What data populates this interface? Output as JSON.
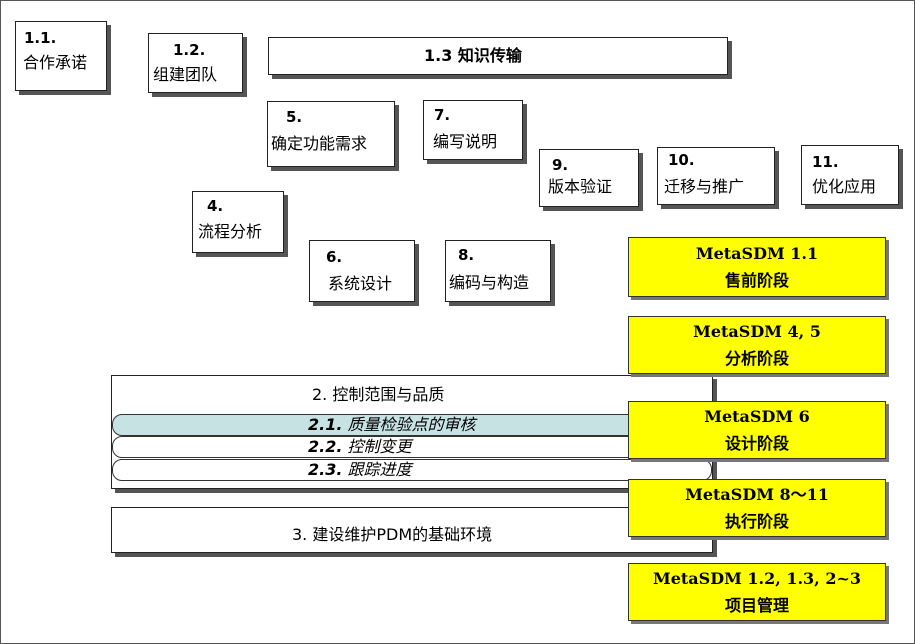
{
  "tasks": {
    "t1_1": {
      "num": "1.1.",
      "label": "合作承诺"
    },
    "t1_2": {
      "num": "1.2.",
      "label": "组建团队"
    },
    "t1_3": {
      "label": "1.3  知识传输"
    },
    "t5": {
      "num": "5.",
      "label": "确定功能需求"
    },
    "t7": {
      "num": "7.",
      "label": "编写说明"
    },
    "t9": {
      "num": "9.",
      "label": "版本验证"
    },
    "t10": {
      "num": "10.",
      "label": "迁移与推广"
    },
    "t11": {
      "num": "11.",
      "label": "优化应用"
    },
    "t4": {
      "num": "4.",
      "label": "流程分析"
    },
    "t6": {
      "num": "6.",
      "label": "系统设计"
    },
    "t8": {
      "num": "8.",
      "label": "编码与构造"
    }
  },
  "scope": {
    "title": "2. 控制范围与品质",
    "items": [
      {
        "num": "2.1.",
        "label": " 质量检验点的审核"
      },
      {
        "num": "2.2.",
        "label": " 控制变更"
      },
      {
        "num": "2.3.",
        "label": " 跟踪进度"
      }
    ]
  },
  "environment": {
    "title": "3. 建设维护PDM的基础环境"
  },
  "phases": [
    {
      "line1": "MetaSDM 1.1",
      "line2": "售前阶段"
    },
    {
      "line1": "MetaSDM 4, 5",
      "line2": "分析阶段"
    },
    {
      "line1": "MetaSDM 6",
      "line2": "设计阶段"
    },
    {
      "line1": "MetaSDM 8～11",
      "line2": "执行阶段"
    },
    {
      "line1": "MetaSDM 1.2, 1.3, 2~3",
      "line2": "项目管理"
    }
  ],
  "colors": {
    "phase_fill": "#ffff00",
    "highlight_fill": "#c6e2e2"
  }
}
